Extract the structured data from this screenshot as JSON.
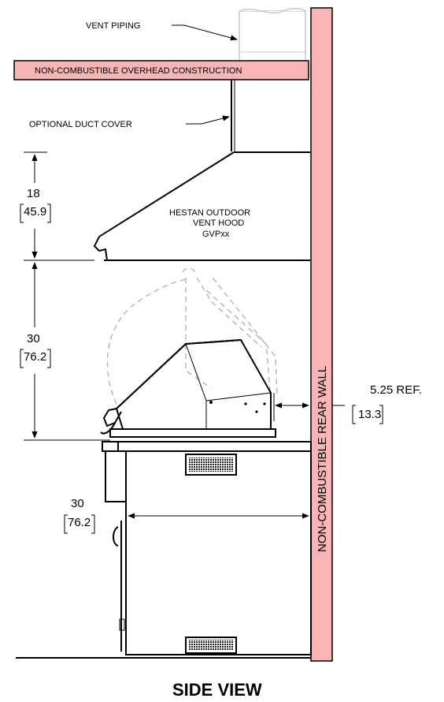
{
  "labels": {
    "vent_piping": "VENT PIPING",
    "overhead": "NON-COMBUSTIBLE OVERHEAD CONSTRUCTION",
    "duct_cover": "OPTIONAL DUCT COVER",
    "hood_line1": "HESTAN OUTDOOR",
    "hood_line2": "VENT HOOD",
    "hood_line3": "GVPxx",
    "rear_wall": "NON-COMBUSTIBLE REAR WALL",
    "title": "SIDE VIEW"
  },
  "dimensions": {
    "hood_height": {
      "in": "18",
      "cm": "45.9"
    },
    "grill_clearance": {
      "in": "30",
      "cm": "76.2"
    },
    "cart_depth": {
      "in": "30",
      "cm": "76.2"
    },
    "rear_gap": {
      "in": "5.25 REF.",
      "cm": "13.3"
    }
  },
  "colors": {
    "wall_fill": "#f8b5b5",
    "line": "#000000",
    "ghost": "#b5b5b5"
  }
}
